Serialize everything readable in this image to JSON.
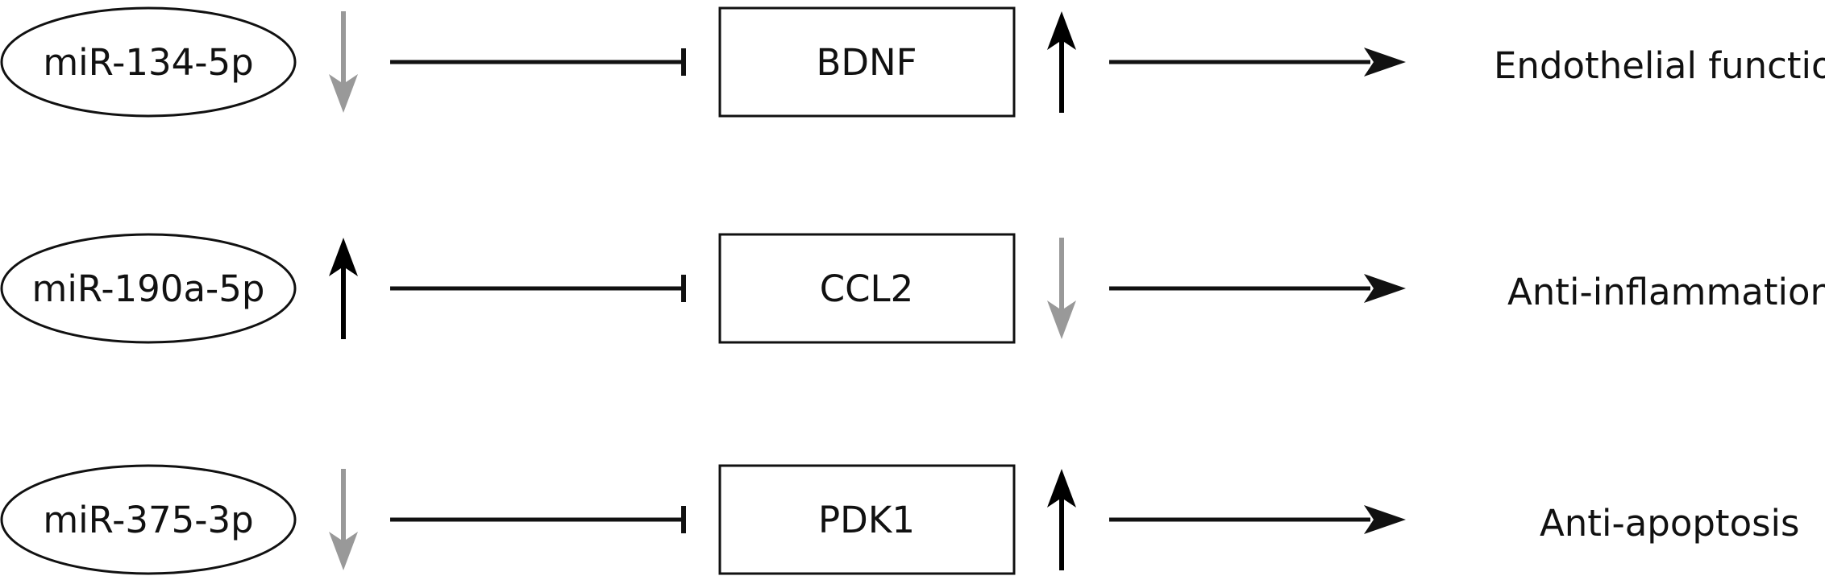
{
  "colors": {
    "up_arrow": "#000000",
    "down_arrow": "#999999",
    "stroke": "#111111",
    "background": "#ffffff"
  },
  "rows": [
    {
      "mirna": "miR-134-5p",
      "mirna_change": "down",
      "gene": "BDNF",
      "gene_change": "up",
      "outcome": "Endothelial function"
    },
    {
      "mirna": "miR-190a-5p",
      "mirna_change": "up",
      "gene": "CCL2",
      "gene_change": "down",
      "outcome": "Anti-inflammation"
    },
    {
      "mirna": "miR-375-3p",
      "mirna_change": "down",
      "gene": "PDK1",
      "gene_change": "up",
      "outcome": "Anti-apoptosis"
    }
  ]
}
